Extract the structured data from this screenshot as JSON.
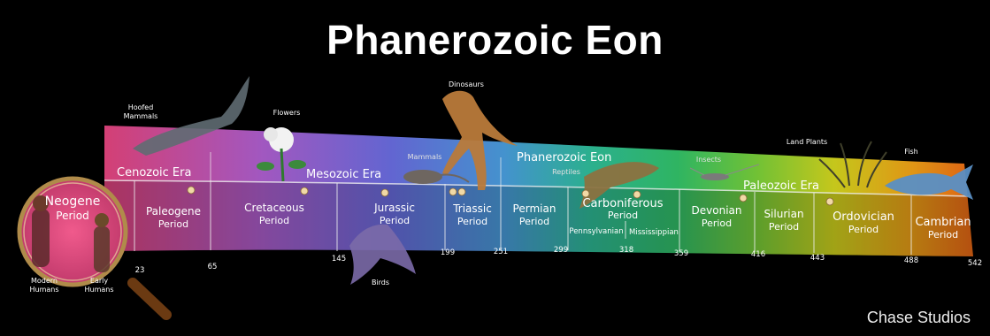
{
  "title": "Phanerozoic Eon",
  "credit": "Chase Studios",
  "eon_band_label": "Phanerozoic Eon",
  "eras": [
    {
      "name": "Cenozoic Era"
    },
    {
      "name": "Mesozoic Era"
    },
    {
      "name": "Paleozoic Era"
    }
  ],
  "periods": [
    {
      "name": "Neogene",
      "sub": "Period"
    },
    {
      "name": "Paleogene",
      "sub": "Period"
    },
    {
      "name": "Cretaceous",
      "sub": "Period"
    },
    {
      "name": "Jurassic",
      "sub": "Period"
    },
    {
      "name": "Triassic",
      "sub": "Period"
    },
    {
      "name": "Permian",
      "sub": "Period"
    },
    {
      "name": "Carboniferous",
      "sub": "Period"
    },
    {
      "name": "Devonian",
      "sub": "Period"
    },
    {
      "name": "Silurian",
      "sub": "Period"
    },
    {
      "name": "Ordovician",
      "sub": "Period"
    },
    {
      "name": "Cambrian",
      "sub": "Period"
    }
  ],
  "subperiods": [
    "Pennsylvanian",
    "Mississippian"
  ],
  "boundaries": [
    "23",
    "65",
    "145",
    "199",
    "251",
    "299",
    "318",
    "359",
    "416",
    "443",
    "488",
    "542"
  ],
  "life_labels": {
    "hoofed_mammals": "Hoofed\nMammals",
    "flowers": "Flowers",
    "dinosaurs": "Dinosaurs",
    "mammals": "Mammals",
    "reptiles": "Reptiles",
    "insects": "Insects",
    "land_plants": "Land Plants",
    "fish": "Fish",
    "birds": "Birds",
    "modern_humans": "Modern\nHumans",
    "early_humans": "Early\nHumans"
  }
}
